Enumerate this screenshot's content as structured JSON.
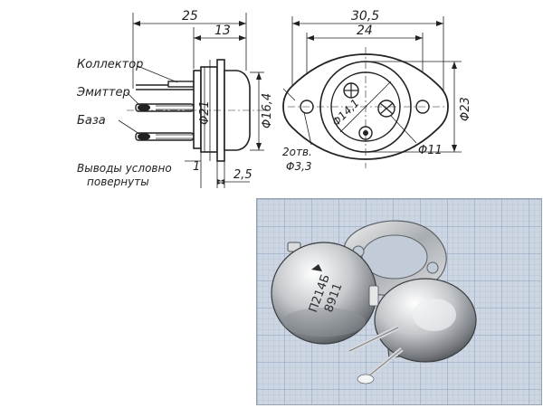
{
  "side_view": {
    "labels": {
      "collector": "Коллектор",
      "emitter": "Эмиттер",
      "base": "База",
      "note_line1": "Выводы условно",
      "note_line2": "повернуты"
    },
    "dimensions": {
      "overall_length": "25",
      "body_length": "13",
      "diameter_21": "Φ21",
      "diameter_16_4": "Φ16,4",
      "flange_thickness": "1",
      "base_height": "2,5"
    }
  },
  "end_view": {
    "dimensions": {
      "flange_width": "30,5",
      "hole_spacing": "24",
      "diameter_23": "Φ23",
      "diameter_14_1": "Φ14,1",
      "diameter_11": "Φ11",
      "holes_line1": "2отв.",
      "holes_line2": "Φ3,3"
    }
  },
  "photo": {
    "part_marking_line1": "П214Б",
    "part_marking_line2": "8911"
  }
}
